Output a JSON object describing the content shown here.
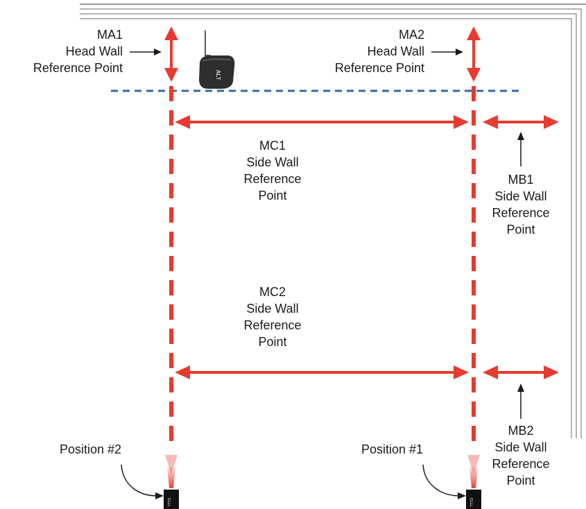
{
  "labels": {
    "ma1": {
      "line1": "MA1",
      "line2": "Head Wall",
      "line3": "Reference Point"
    },
    "ma2": {
      "line1": "MA2",
      "line2": "Head Wall",
      "line3": "Reference Point"
    },
    "mc1": {
      "line1": "MC1",
      "line2": "Side Wall",
      "line3": "Reference",
      "line4": "Point"
    },
    "mc2": {
      "line1": "MC2",
      "line2": "Side Wall",
      "line3": "Reference",
      "line4": "Point"
    },
    "mb1": {
      "line1": "MB1",
      "line2": "Side Wall",
      "line3": "Reference",
      "line4": "Point"
    },
    "mb2": {
      "line1": "MB2",
      "line2": "Side Wall",
      "line3": "Reference",
      "line4": "Point"
    },
    "position2": "Position #2",
    "position1": "Position #1"
  },
  "tape_measure_text": "ALT",
  "colors": {
    "laser_red": "#e63b2e",
    "reference_blue": "#2f6aa3",
    "wall_gray": "#9a9a9a",
    "device_black": "#111111",
    "text": "#1a1a1a"
  }
}
